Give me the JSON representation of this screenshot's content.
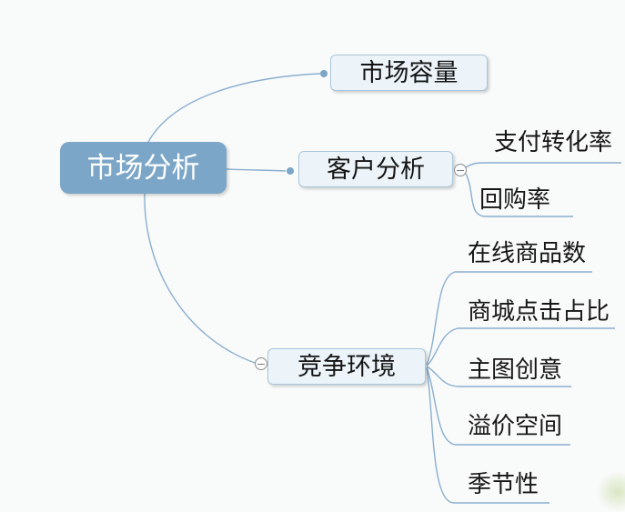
{
  "canvas": {
    "background": "#f9fafa"
  },
  "palette": {
    "root_fill": "#7ba6c7",
    "root_text": "#ffffff",
    "topic_fill": "#edf4f9",
    "topic_border": "#a9c6dc",
    "topic_text": "#141414",
    "connector": "#8aafd0",
    "collapse_border": "#8b8b8b"
  },
  "mindmap": {
    "root": {
      "label": "市场分析"
    },
    "branches": [
      {
        "label": "市场容量",
        "children": []
      },
      {
        "label": "客户分析",
        "collapse_state": "expanded",
        "children": [
          {
            "label": "支付转化率"
          },
          {
            "label": "回购率"
          }
        ]
      },
      {
        "label": "竞争环境",
        "collapse_state": "expanded",
        "children": [
          {
            "label": "在线商品数"
          },
          {
            "label": "商城点击占比"
          },
          {
            "label": "主图创意"
          },
          {
            "label": "溢价空间"
          },
          {
            "label": "季节性"
          }
        ]
      }
    ]
  }
}
